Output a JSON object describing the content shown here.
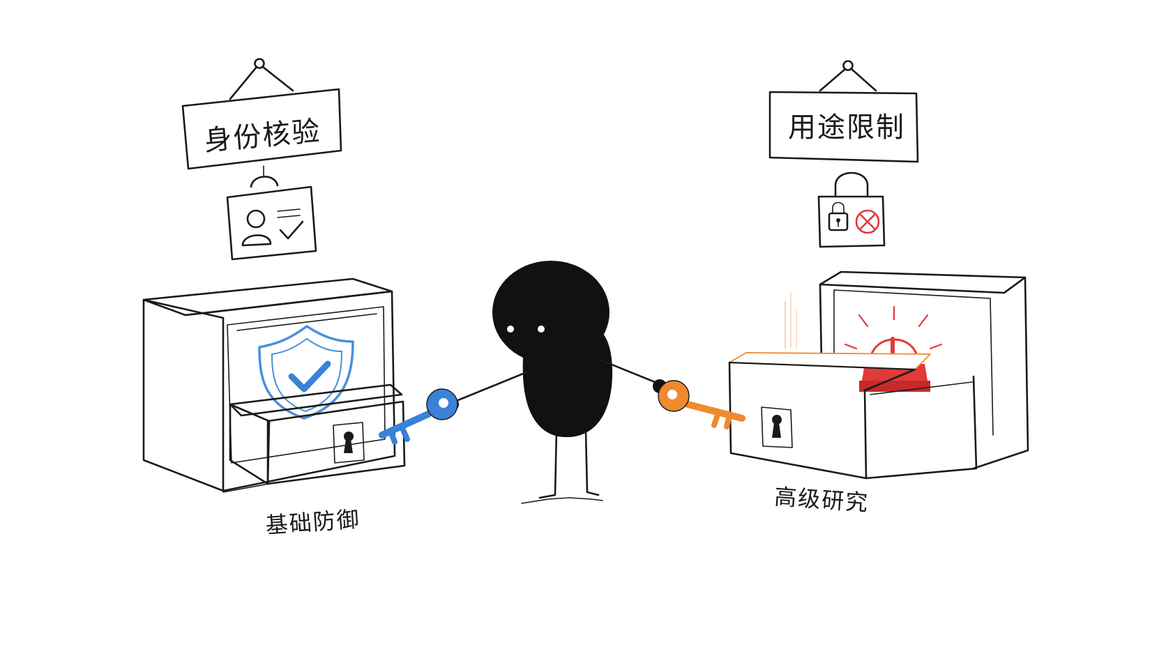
{
  "left": {
    "sign_label": "身份核验",
    "caption": "基础防御"
  },
  "right": {
    "sign_label": "用途限制",
    "caption": "高级研究"
  },
  "colors": {
    "ink": "#1a1a1a",
    "blue_key": "#3a82d6",
    "blue_shield": "#4a8fdc",
    "orange_key": "#f08a30",
    "alarm_red": "#e03a3a",
    "alarm_glow": "#f6a06a",
    "background": "#ffffff"
  },
  "icons": {
    "left_badge": "id-card-check-icon",
    "left_cabinet": "shield-check-icon",
    "right_badge": "lock-denied-icon",
    "right_cabinet": "alarm-siren-icon",
    "left_key": "key-icon",
    "right_key": "key-icon"
  }
}
